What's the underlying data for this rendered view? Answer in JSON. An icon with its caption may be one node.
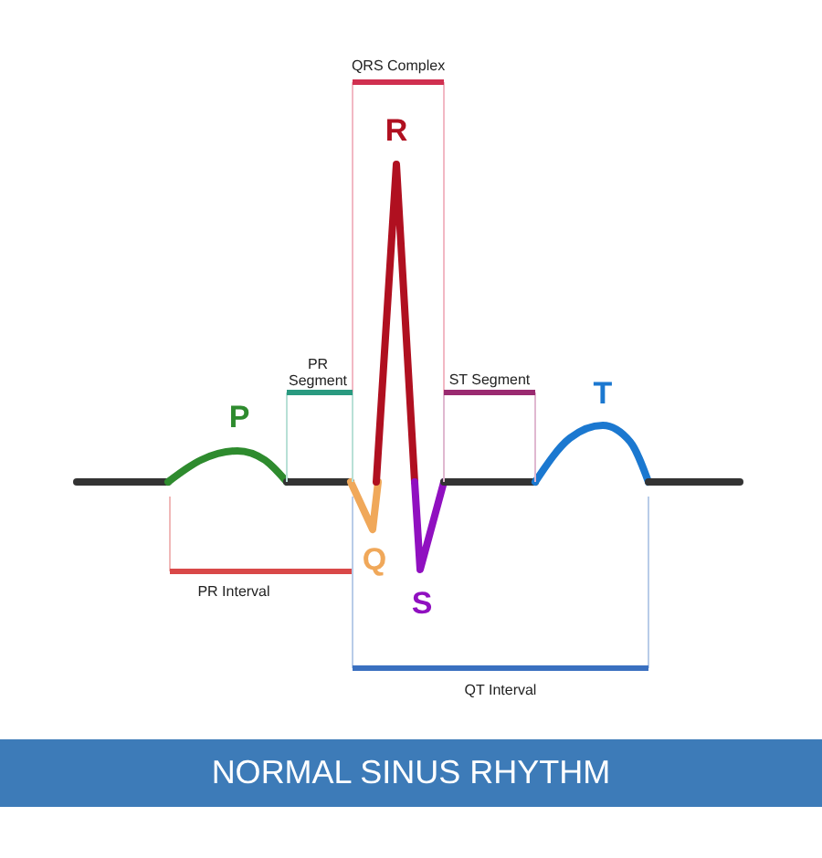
{
  "diagram": {
    "title": "NORMAL SINUS RHYTHM",
    "labels": [
      "QRS Complex",
      "R",
      "PR Segment",
      "ST Segment",
      "P",
      "T",
      "Q",
      "PR Interval",
      "S",
      "QT Interval"
    ]
  }
}
